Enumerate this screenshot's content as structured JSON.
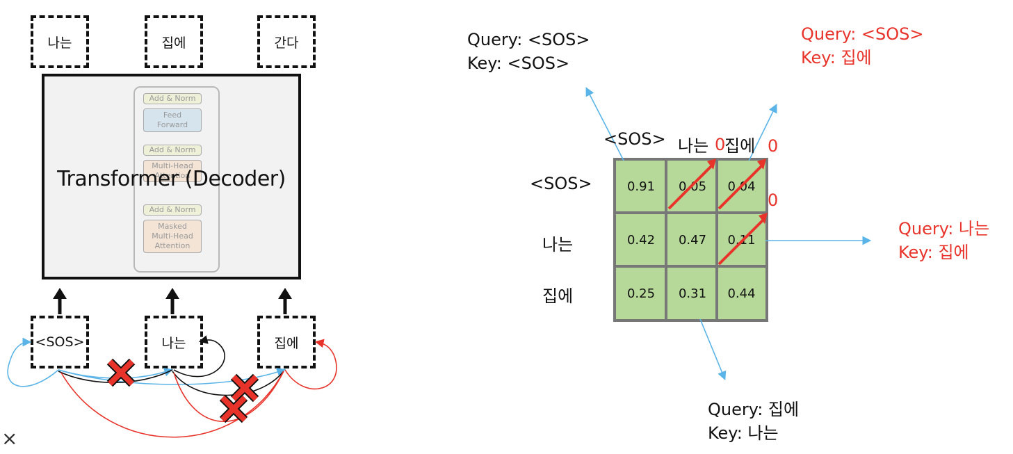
{
  "decoder": {
    "title": "Transformer (Decoder)",
    "outputs": [
      "나는",
      "집에",
      "간다"
    ],
    "inputs": [
      "<SOS>",
      "나는",
      "집에"
    ],
    "blocks": {
      "add_norm": "Add & Norm",
      "feed_forward": [
        "Feed",
        "Forward"
      ],
      "multi_head": [
        "Multi-Head",
        "Attention"
      ],
      "masked_multi_head": [
        "Masked",
        "Multi-Head",
        "Attention"
      ]
    }
  },
  "matrix": {
    "col_headers": [
      "<SOS>",
      "나는",
      "집에"
    ],
    "row_headers": [
      "<SOS>",
      "나는",
      "집에"
    ],
    "cells": [
      [
        "0.91",
        "0.05",
        "0.04"
      ],
      [
        "0.42",
        "0.47",
        "0.11"
      ],
      [
        "0.25",
        "0.31",
        "0.44"
      ]
    ],
    "masked_value": "0"
  },
  "notes": {
    "sos_sos": [
      "Query: <SOS>",
      "Key: <SOS>"
    ],
    "sos_home": [
      "Query: <SOS>",
      "Key: 집에"
    ],
    "na_home": [
      "Query: 나는",
      "Key: 집에"
    ],
    "home_na": [
      "Query: 집에",
      "Key: 나는"
    ]
  },
  "colors": {
    "cell_fill": "#b6d99a",
    "grid": "#777777",
    "mask_arrow": "#e8332a",
    "blue_arrow": "#5ab4e8",
    "red_text": "#e8332a"
  },
  "corner_glyph": "×"
}
